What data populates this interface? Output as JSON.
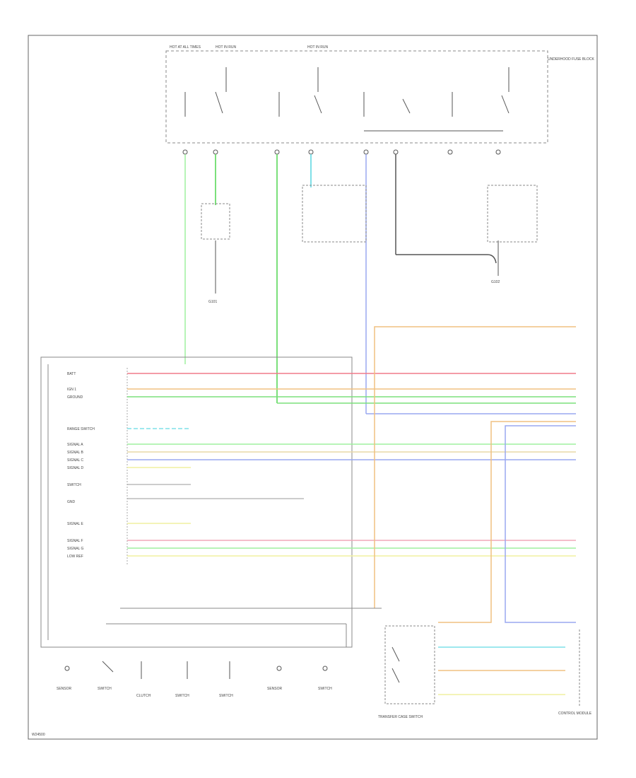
{
  "diagram": {
    "type": "automotive wiring schematic",
    "background": "#ffffff",
    "frame_color": "#666666",
    "wire_colors": {
      "green": "#7be07b",
      "light_green": "#9ff09f",
      "cyan": "#7fe0e8",
      "blue": "#9aa8f0",
      "red": "#f07a8a",
      "orange": "#f0c080",
      "tan": "#e8d8a8",
      "yellow": "#f0f0a0",
      "pink": "#f0a8b8",
      "gray": "#999999"
    },
    "top_fuse_block_labels": [
      "HOT AT ALL TIMES",
      "HOT IN RUN",
      "HOT IN RUN",
      "UNDERHOOD FUSE BLOCK"
    ],
    "top_ground_labels": [
      "G101",
      "G102"
    ],
    "module_rows": [
      "BATT",
      "IGN 1",
      "GROUND",
      "RANGE SWITCH",
      "SIGNAL A",
      "SIGNAL B",
      "SIGNAL C",
      "SIGNAL D",
      "SWITCH",
      "GND",
      "SIGNAL E",
      "SIGNAL F",
      "SIGNAL G",
      "LOW REF"
    ],
    "bottom_components": [
      "SENSOR",
      "SWITCH",
      "CLUTCH",
      "SWITCH",
      "SWITCH",
      "SENSOR",
      "SWITCH"
    ],
    "bottom_switch_label": "TRANSFER CASE SWITCH",
    "bottom_right_label": "CONTROL MODULE",
    "page_ref": "W24500"
  }
}
